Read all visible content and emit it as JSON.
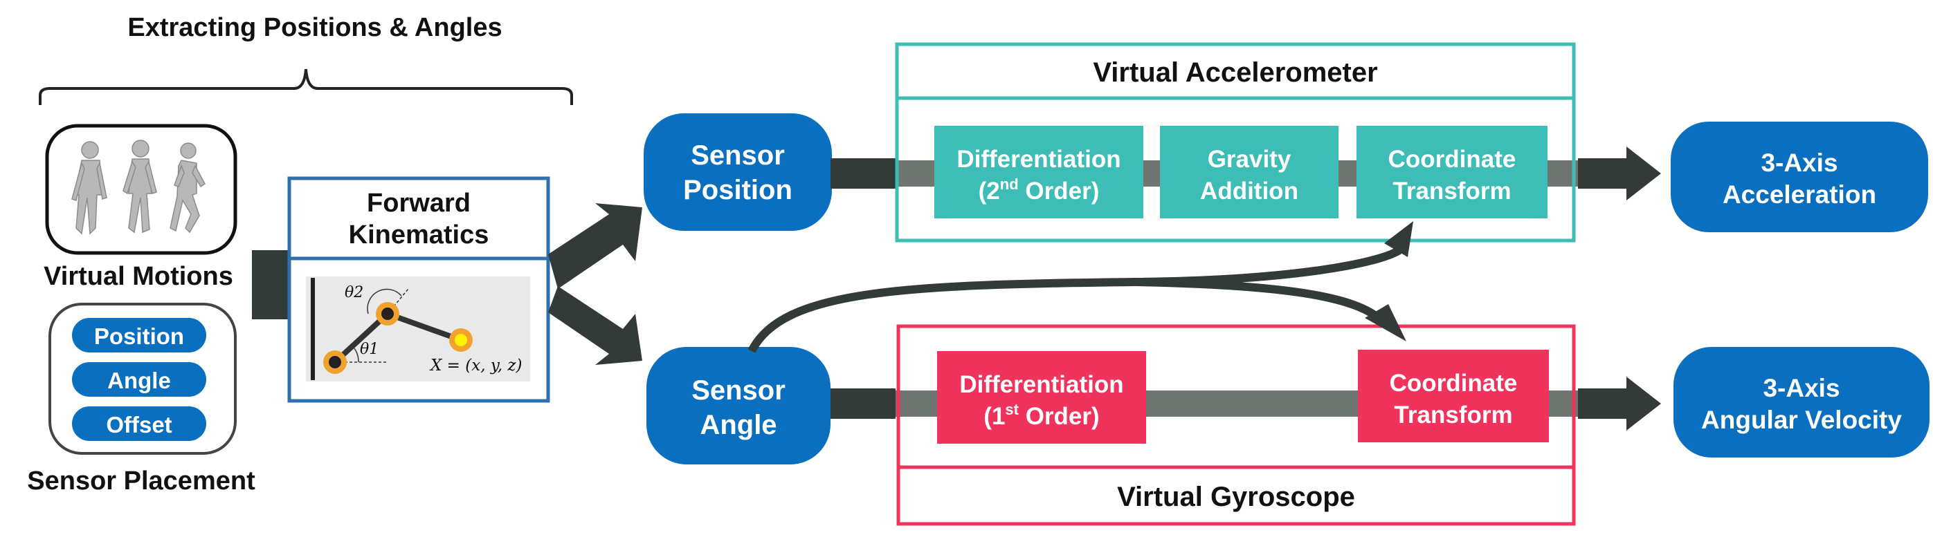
{
  "diagram": {
    "header": "Extracting Positions & Angles",
    "virtual_motions_label": "Virtual Motions",
    "sensor_placement": {
      "label": "Sensor Placement",
      "chips": [
        "Position",
        "Angle",
        "Offset"
      ]
    },
    "forward_kinematics": {
      "title_line1": "Forward",
      "title_line2": "Kinematics",
      "theta2": "θ2",
      "theta1": "θ1",
      "x_eq": "X = (x, y, z)"
    },
    "sensor_position": {
      "line1": "Sensor",
      "line2": "Position"
    },
    "sensor_angle": {
      "line1": "Sensor",
      "line2": "Angle"
    },
    "accelerometer": {
      "title": "Virtual Accelerometer",
      "diff_line1": "Differentiation",
      "diff_line2_pre": "(2",
      "diff_line2_sup": "nd",
      "diff_line2_post": " Order)",
      "gravity_line1": "Gravity",
      "gravity_line2": "Addition",
      "coord_line1": "Coordinate",
      "coord_line2": "Transform"
    },
    "gyroscope": {
      "title": "Virtual Gyroscope",
      "diff_line1": "Differentiation",
      "diff_line2_pre": "(1",
      "diff_line2_sup": "st",
      "diff_line2_post": " Order)",
      "coord_line1": "Coordinate",
      "coord_line2": "Transform"
    },
    "output_acc": {
      "line1": "3-Axis",
      "line2": "Acceleration"
    },
    "output_gyro": {
      "line1": "3-Axis",
      "line2": "Angular Velocity"
    },
    "colors": {
      "blue": "#0b6fbf",
      "teal": "#3dbdb5",
      "pink": "#ef335d",
      "dark_arrow": "#333b38",
      "gray_bar": "#6f7672",
      "fk_border": "#2f6fad",
      "mannequin": "#b8b8b8"
    },
    "icons": [
      "mannequin-icon",
      "robot-arm-icon",
      "arrow-icon"
    ]
  }
}
